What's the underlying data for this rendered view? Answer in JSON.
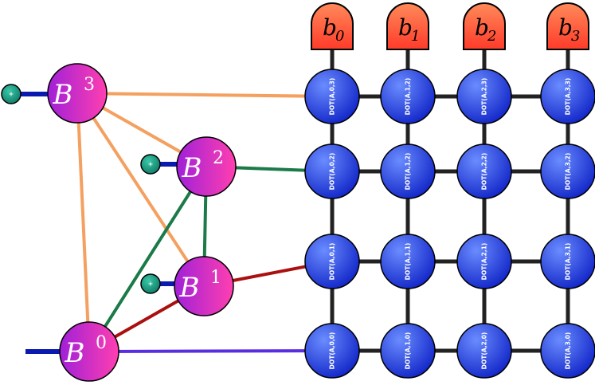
{
  "diagram": {
    "colors": {
      "grid_edge": "#222222",
      "dot_fill_top": "#4a72ff",
      "dot_fill_bottom": "#1226c8",
      "b_fill_left": "#a020d8",
      "b_fill_right": "#ff3fb0",
      "out_fill_top": "#ff8a5a",
      "out_fill_bottom": "#ff3b2a",
      "bias_fill": "#1a9a82",
      "bias_stub": "#0a1ab0",
      "edge_b3": "#f4a060",
      "edge_b2": "#1b7a48",
      "edge_b1": "#aa1010",
      "edge_b0": "#5a2ee0"
    },
    "b_nodes": [
      {
        "id": "B3",
        "base": "B",
        "sup": "3"
      },
      {
        "id": "B2",
        "base": "B",
        "sup": "2"
      },
      {
        "id": "B1",
        "base": "B",
        "sup": "1"
      },
      {
        "id": "B0",
        "base": "B",
        "sup": "0"
      }
    ],
    "outputs": [
      {
        "base": "b",
        "sub": "0"
      },
      {
        "base": "b",
        "sub": "1"
      },
      {
        "base": "b",
        "sub": "2"
      },
      {
        "base": "b",
        "sub": "3"
      }
    ],
    "bias_symbol": "+",
    "dot_rows": [
      [
        "DOT(A,0,3)",
        "DOT(A,1,2)",
        "DOT(A,2,3)",
        "DOT(A,3,3)"
      ],
      [
        "DOT(A,0,2)",
        "DOT(A,1,2)",
        "DOT(A,2,2)",
        "DOT(A,3,2)"
      ],
      [
        "DOT(A,0,1)",
        "DOT(A,1,1)",
        "DOT(A,2,1)",
        "DOT(A,3,1)"
      ],
      [
        "DOT(A,0,0)",
        "DOT(A,1,0)",
        "DOT(A,2,0)",
        "DOT(A,3,0)"
      ]
    ]
  }
}
